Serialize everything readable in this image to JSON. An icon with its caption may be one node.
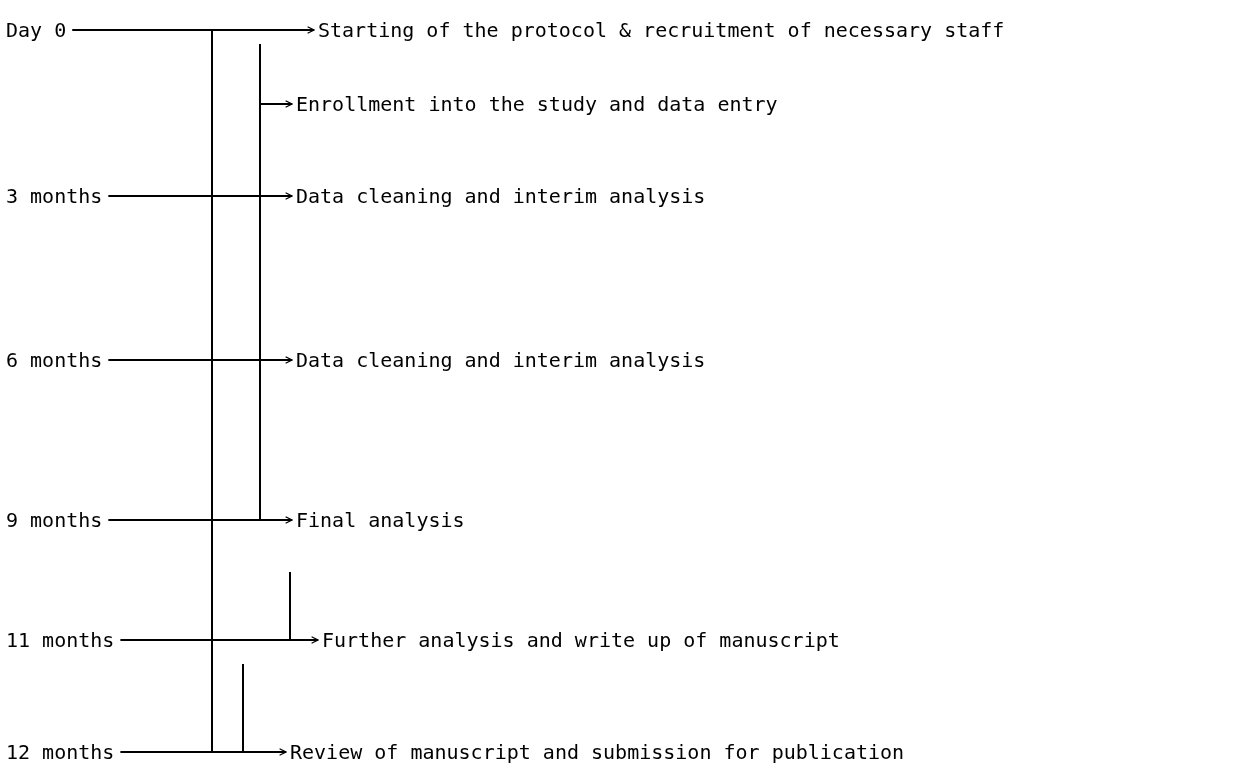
{
  "diagram": {
    "nodes": [
      {
        "text": [
          "Day 0"
        ]
      },
      {
        "text": [
          "Starting of the protocol & recruitment of necessary staff"
        ]
      },
      {
        "text": [
          "Enrollment into the study and data entry"
        ]
      },
      {
        "text": [
          "3 months"
        ]
      },
      {
        "text": [
          "Data cleaning and interim analysis"
        ]
      },
      {
        "text": [
          "6 months"
        ]
      },
      {
        "text": [
          "Data cleaning and interim analysis"
        ]
      },
      {
        "text": [
          "9 months"
        ]
      },
      {
        "text": [
          "Final analysis"
        ]
      },
      {
        "text": [
          "11 months"
        ]
      },
      {
        "text": [
          "Further analysis and write up of manuscript"
        ]
      },
      {
        "text": [
          "12 months"
        ]
      },
      {
        "text": [
          "Review of manuscript and submission for publication"
        ]
      }
    ],
    "edges": [
      {
        "from": 0,
        "to": 1,
        "arrow": "to"
      },
      {
        "from": null,
        "to": 2,
        "arrow": "to"
      },
      {
        "from": 3,
        "to": 4,
        "arrow": "to"
      },
      {
        "from": 5,
        "to": 6,
        "arrow": "to"
      },
      {
        "from": 7,
        "to": 8,
        "arrow": "to"
      },
      {
        "from": 9,
        "to": 10,
        "arrow": "to"
      },
      {
        "from": 11,
        "to": 12,
        "arrow": "to"
      }
    ]
  }
}
